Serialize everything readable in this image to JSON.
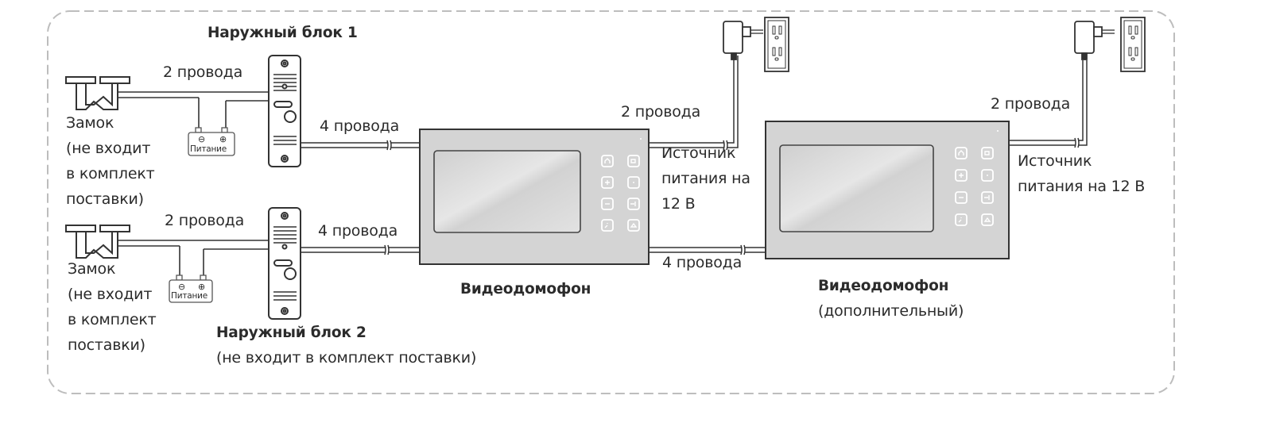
{
  "diagram": {
    "title": "Схема подключения видеодомофона",
    "outdoor_unit_1": {
      "title": "Наружный блок 1"
    },
    "outdoor_unit_2": {
      "title": "Наружный блок 2",
      "note": "(не входит в комплект поставки)"
    },
    "lock_1": {
      "label": "Замок",
      "note_lines": [
        "(не входит",
        "в комплект",
        "поставки)"
      ]
    },
    "lock_2": {
      "label": "Замок",
      "note_lines": [
        "(не входит",
        "в комплект",
        "поставки)"
      ]
    },
    "power_box_label": "Питание",
    "power_box_minus": "⊖",
    "power_box_plus": "⊕",
    "wires": {
      "lock1_to_unit1": "2 провода",
      "unit1_to_monitor": "4 провода",
      "lock2_to_unit2": "2 провода",
      "unit2_to_monitor": "4 провода",
      "monitor_to_adapter": "2 провода",
      "monitor_to_monitor2": "4 провода",
      "monitor2_to_adapter": "2 провода"
    },
    "monitor_main": {
      "title": "Видеодомофон",
      "buttons": [
        "home",
        "record",
        "plus",
        "dot",
        "minus",
        "unlock",
        "intercom",
        "photo"
      ]
    },
    "monitor_extra": {
      "title": "Видеодомофон",
      "subtitle": "(дополнительный)",
      "buttons": [
        "home",
        "record",
        "plus",
        "dot",
        "minus",
        "unlock",
        "intercom",
        "photo"
      ]
    },
    "psu_1": {
      "label_lines": [
        "Источник",
        "питания на",
        "12 В"
      ]
    },
    "psu_2": {
      "label_lines": [
        "Источник",
        "питания на 12 В"
      ]
    },
    "colors": {
      "line": "#2f2f2f",
      "monitor_body": "#d4d4d4",
      "screen": "#d9d9d9",
      "border_dashed": "#bdbdbd",
      "text": "#2b2b2b"
    }
  }
}
